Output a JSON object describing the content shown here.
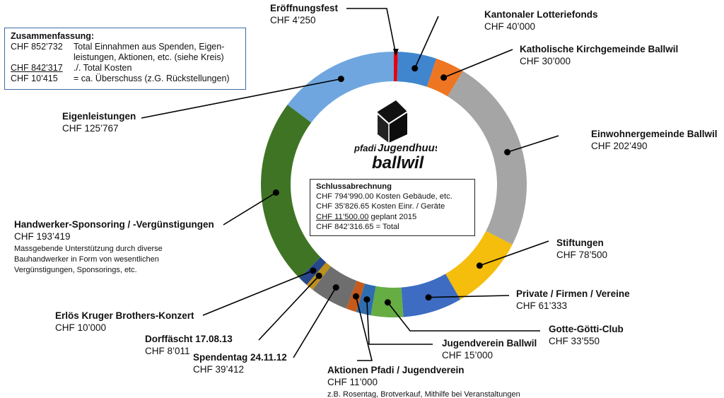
{
  "summary": {
    "title": "Zusammenfassung:",
    "rows": [
      {
        "amount": "CHF 852’732",
        "text": "Total Einnahmen aus Spenden, Eigen-",
        "underline": false
      },
      {
        "amount": "",
        "text": "leistungen, Aktionen, etc. (siehe Kreis)",
        "underline": false
      },
      {
        "amount": "CHF 842’317",
        "text": "./. Total Kosten",
        "underline": true
      },
      {
        "amount": "CHF   10’415",
        "text": "= ca. Überschuss (z.G. Rückstellungen)",
        "underline": false
      }
    ]
  },
  "schlussabrechnung": {
    "title": "Schlussabrechnung",
    "lines": [
      {
        "amount": "CHF 794’990.00",
        "text": "Kosten Gebäude, etc.",
        "underline": false
      },
      {
        "amount": "CHF   35’826.65",
        "text": "Kosten Einr. / Geräte",
        "underline": false
      },
      {
        "amount": "CHF    11’500.00",
        "text": "geplant 2015",
        "underline": true
      },
      {
        "amount": "CHF 842’316.65",
        "text": "= Total",
        "underline": false
      }
    ]
  },
  "logo": {
    "line1": "pfadi",
    "line2": "Jugendhuus",
    "line3": "ballwil"
  },
  "chart_data": {
    "type": "pie",
    "donut": true,
    "slices": [
      {
        "label": "Eröffnungsfest",
        "amount_text": "CHF 4’250",
        "value": 4250,
        "color": "#e8000d",
        "note": ""
      },
      {
        "label": "Kantonaler Lotteriefonds",
        "amount_text": "CHF 40’000",
        "value": 40000,
        "color": "#3f86cf",
        "note": ""
      },
      {
        "label": "Katholische Kirchgemeinde Ballwil",
        "amount_text": "CHF 30’000",
        "value": 30000,
        "color": "#ee7522",
        "note": ""
      },
      {
        "label": "Einwohnergemeinde Ballwil",
        "amount_text": "CHF 202’490",
        "value": 202490,
        "color": "#a5a5a5",
        "note": ""
      },
      {
        "label": "Stiftungen",
        "amount_text": "CHF 78’500",
        "value": 78500,
        "color": "#f5bd0c",
        "note": ""
      },
      {
        "label": "Private / Firmen / Vereine",
        "amount_text": "CHF 61’333",
        "value": 61333,
        "color": "#3d6cc2",
        "note": ""
      },
      {
        "label": "Gotte-Götti-Club",
        "amount_text": "CHF 33’550",
        "value": 33550,
        "color": "#66ad44",
        "note": ""
      },
      {
        "label": "Jugendverein Ballwil",
        "amount_text": "CHF 15’000",
        "value": 15000,
        "color": "#2e6db0",
        "note": ""
      },
      {
        "label": "Aktionen Pfadi / Jugendverein",
        "amount_text": "CHF 11’000",
        "value": 11000,
        "color": "#c45a1c",
        "note": "z.B. Rosentag, Brotverkauf, Mithilfe bei Veranstaltungen"
      },
      {
        "label": "Spendentag 24.11.12",
        "amount_text": "CHF 39’412",
        "value": 39412,
        "color": "#6e6e6e",
        "note": ""
      },
      {
        "label": "Dorffäscht 17.08.13",
        "amount_text": "CHF 8’011",
        "value": 8011,
        "color": "#bd8f1b",
        "note": ""
      },
      {
        "label": "Erlös Kruger Brothers-Konzert",
        "amount_text": "CHF 10’000",
        "value": 10000,
        "color": "#26478a",
        "note": ""
      },
      {
        "label": "Handwerker-Sponsoring / -Vergünstigungen",
        "amount_text": "CHF 193’419",
        "value": 193419,
        "color": "#3f7424",
        "note": "Massgebende Unterstützung durch diverse Bauhandwerker in Form von wesentlichen Vergünstigungen, Sponsorings, etc."
      },
      {
        "label": "Eigenleistungen",
        "amount_text": "CHF 125’767",
        "value": 125767,
        "color": "#6fa6df",
        "note": ""
      }
    ]
  }
}
